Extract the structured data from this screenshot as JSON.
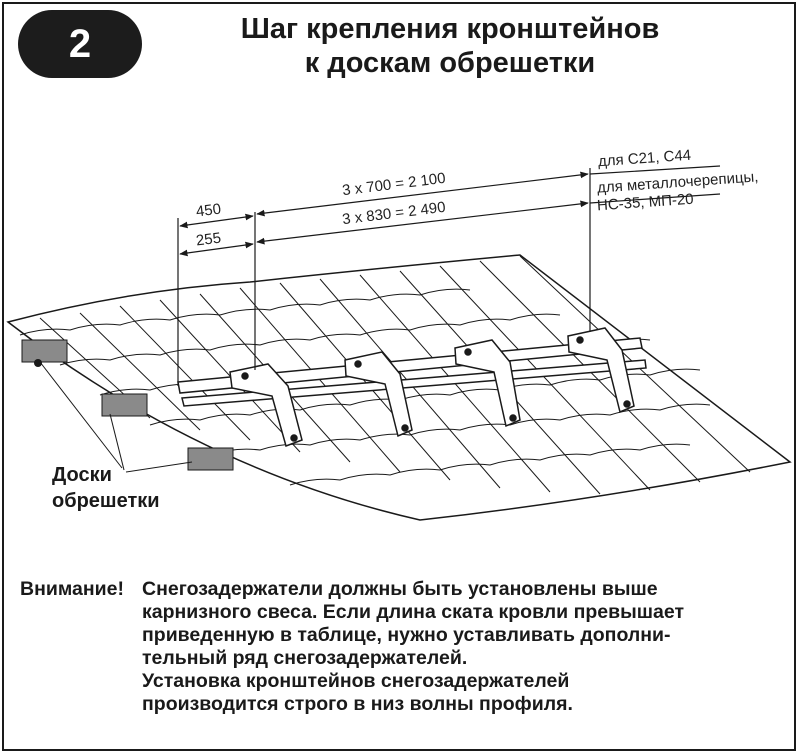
{
  "badge": {
    "number": "2"
  },
  "title": {
    "line1": "Шаг крепления кронштейнов",
    "line2": "к доскам обрешетки"
  },
  "dimensions": {
    "left_top": "450",
    "left_bottom": "255",
    "top_span": "3 х 700 = 2 100",
    "bottom_span": "3 х 830 = 2 490",
    "note_top": "для С21, С44",
    "note_bottom_line1": "для металлочерепицы,",
    "note_bottom_line2": "НС-35, МП-20"
  },
  "boards_label": {
    "line1": "Доски",
    "line2": "обрешетки"
  },
  "notice": {
    "lead": "Внимание!",
    "lines": [
      "Снегозадержатели должны быть установлены выше",
      "карнизного свеса. Если длина ската кровли превышает",
      "приведенную в таблице, нужно уставливать дополни-",
      "тельный ряд снегозадержателей.",
      "Установка кронштейнов снегозадержателей",
      "производится строго в низ волны профиля."
    ]
  },
  "colors": {
    "ink": "#1a1a1a",
    "board": "#8a8a8a",
    "sheet": "#ffffff"
  }
}
